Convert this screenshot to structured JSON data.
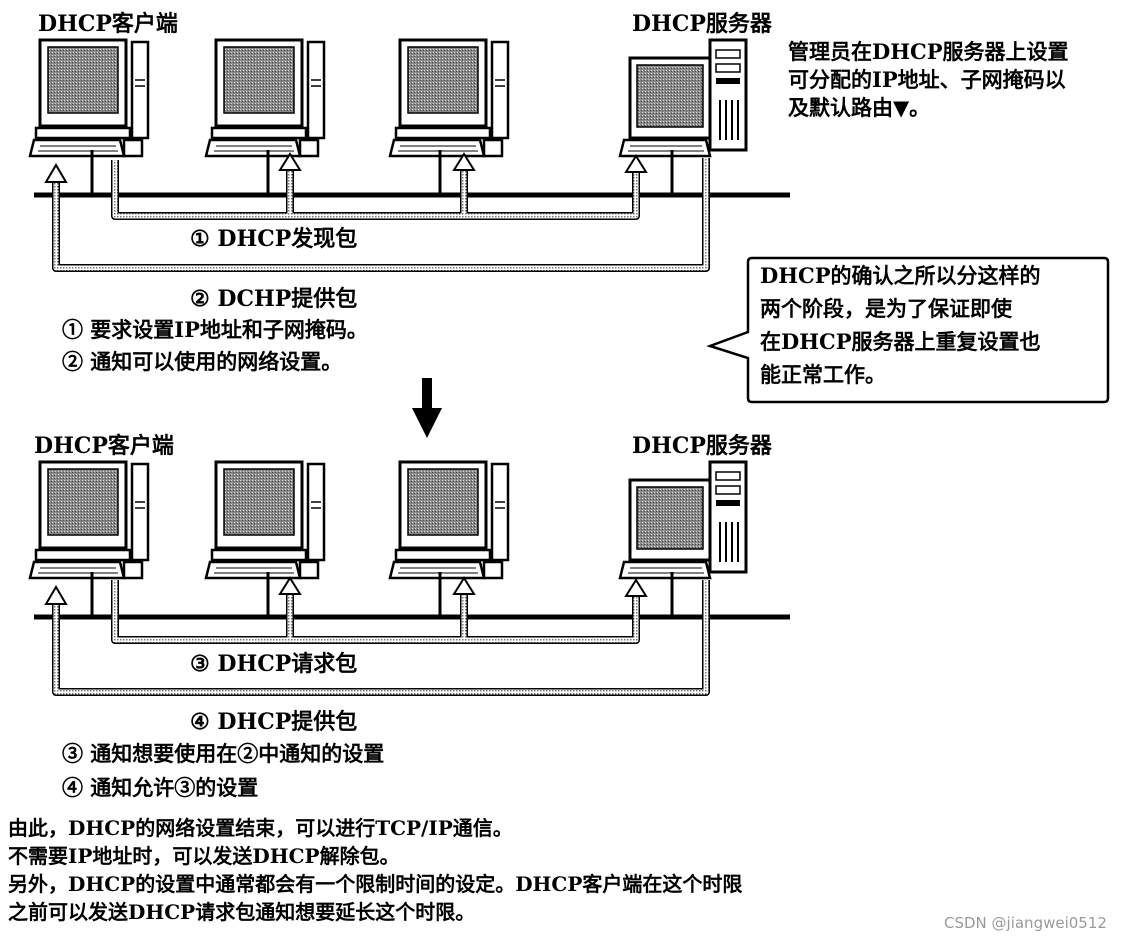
{
  "top": {
    "client_label": "DHCP客户端",
    "server_label": "DHCP服务器",
    "admin_note": [
      "管理员在DHCP服务器上设置",
      "可分配的IP地址、子网掩码以",
      "及默认路由▼。"
    ],
    "packet1": "① DHCP发现包",
    "packet2": "② DCHP提供包",
    "explain": [
      "① 要求设置IP地址和子网掩码。",
      "② 通知可以使用的网络设置。"
    ]
  },
  "callout": {
    "lines": [
      "DHCP的确认之所以分这样的",
      "两个阶段，是为了保证即使",
      "在DHCP服务器上重复设置也",
      "能正常工作。"
    ]
  },
  "bottom": {
    "client_label": "DHCP客户端",
    "server_label": "DHCP服务器",
    "packet3": "③ DHCP请求包",
    "packet4": "④ DHCP提供包",
    "explain": [
      "③ 通知想要使用在②中通知的设置",
      "④ 通知允许③的设置"
    ]
  },
  "footer": [
    "由此，DHCP的网络设置结束，可以进行TCP/IP通信。",
    "不需要IP地址时，可以发送DHCP解除包。",
    "另外，DHCP的设置中通常都会有一个限制时间的设定。DHCP客户端在这个时限",
    "之前可以发送DHCP请求包通知想要延长这个时限。"
  ],
  "watermark": "CSDN @jiangwei0512"
}
